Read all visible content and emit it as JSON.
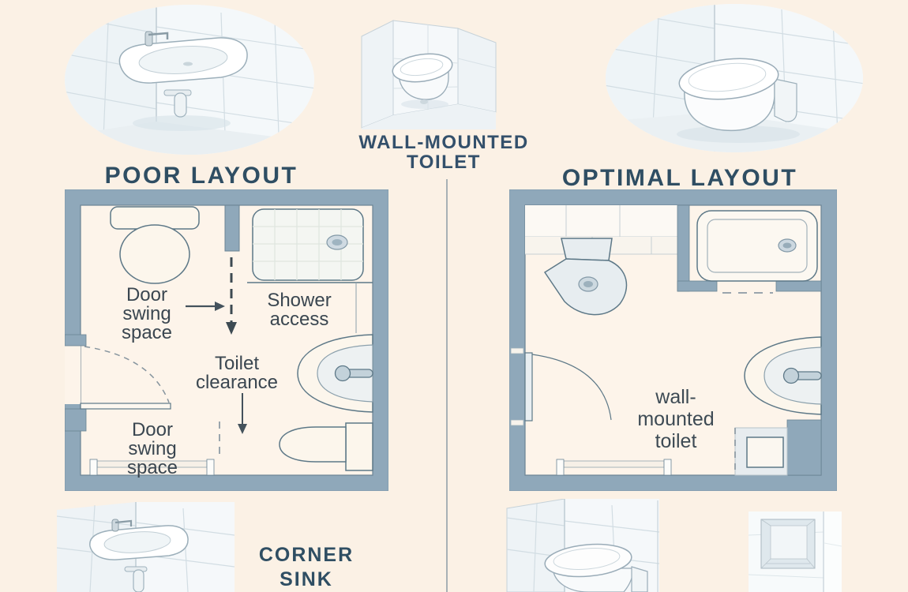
{
  "colors": {
    "background": "#fbf1e5",
    "wall": "#8fa8ba",
    "floor": "#fdf4ea",
    "fixture_outline": "#5d7887",
    "fixture_fill": "#fcf6ec",
    "heading_text": "#2f4e63",
    "label_text": "#3a4650",
    "divider": "#a8b1b5",
    "tile_line": "#d2dde3"
  },
  "headings": {
    "poor": "POOR LAYOUT",
    "optimal": "OPTIMAL LAYOUT"
  },
  "captions": {
    "wall_mounted_toilet": {
      "lines": [
        "WALL-MOUNTED",
        "TOILET"
      ]
    },
    "corner_sink": {
      "lines": [
        "CORNER",
        "SINK"
      ]
    }
  },
  "poor_plan": {
    "labels": {
      "door_swing_top": {
        "lines": [
          "Door",
          "swing",
          "space"
        ]
      },
      "shower_access": {
        "lines": [
          "Shower",
          "access"
        ]
      },
      "toilet_clearance": {
        "lines": [
          "Toilet",
          "clearance"
        ]
      },
      "door_swing_bottom": {
        "lines": [
          "Door",
          "swing",
          "space"
        ]
      }
    }
  },
  "optimal_plan": {
    "labels": {
      "wall_mounted_toilet": {
        "lines": [
          "wall-",
          "mounted",
          "toilet"
        ]
      }
    }
  },
  "illustrations": {
    "top_left": "corner-sink-3d-view",
    "top_center": "wall-mounted-toilet-corner-view",
    "top_right": "wall-mounted-toilet-3d-view",
    "bottom_left": "corner-sink-3d-view",
    "bottom_center": "wall-mounted-toilet-3d-view",
    "bottom_right": "recessed-wall-niche-3d-view"
  }
}
